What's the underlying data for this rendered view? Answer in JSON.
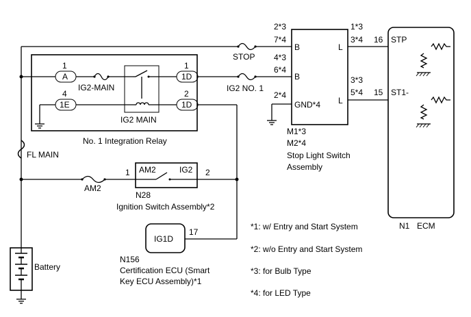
{
  "relay": {
    "name": "No. 1 Integration Relay",
    "pin_a_num": "1",
    "pin_a": "A",
    "pin_1e_num": "4",
    "pin_1e": "1E",
    "pin_1d_top_num": "1",
    "pin_1d_top": "1D",
    "pin_1d_bot_num": "2",
    "pin_1d_bot": "1D",
    "fuse_label": "IG2-MAIN",
    "coil_label": "IG2 MAIN"
  },
  "fuses": {
    "stop": "STOP",
    "ig2no1": "IG2 NO. 1",
    "fl_main": "FL MAIN",
    "am2": "AM2"
  },
  "battery": {
    "label": "Battery"
  },
  "stop_switch": {
    "pin_top_left": [
      "2*3",
      "7*4"
    ],
    "pin_mid_left": [
      "4*3",
      "6*4"
    ],
    "pin_gnd_left": "2*4",
    "pin_top_right": [
      "1*3",
      "3*4"
    ],
    "pin_bot_right": [
      "3*3",
      "5*4"
    ],
    "term_b1": "B",
    "term_b2": "B",
    "term_gnd": "GND*4",
    "term_l1": "L",
    "term_l2": "L",
    "id_lines": [
      "M1*3",
      "M2*4"
    ],
    "name_lines": [
      "Stop Light Switch",
      "Assembly"
    ]
  },
  "ecm": {
    "pin_stp_num": "16",
    "pin_stp": "STP",
    "pin_st1_num": "15",
    "pin_st1": "ST1-",
    "id": "N1",
    "name": "ECM"
  },
  "ignition_switch": {
    "pin_left_num": "1",
    "pin_right_num": "2",
    "term_am2": "AM2",
    "term_ig2": "IG2",
    "id": "N28",
    "name": "Ignition Switch Assembly*2"
  },
  "cert_ecu": {
    "pin_num": "17",
    "term": "IG1D",
    "id": "N156",
    "name_lines": [
      "Certification ECU (Smart",
      "Key ECU Assembly)*1"
    ]
  },
  "notes": [
    "*1: w/ Entry and Start System",
    "*2: w/o Entry and Start System",
    "*3: for Bulb Type",
    "*4: for LED Type"
  ]
}
